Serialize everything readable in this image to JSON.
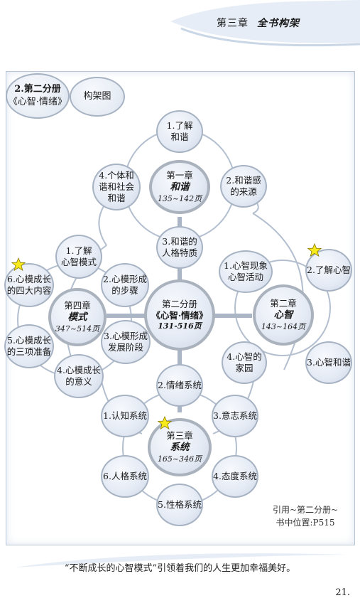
{
  "header": {
    "chapter": "第三章",
    "title": "全书构架"
  },
  "top_tags": {
    "book_line1": "2.第二分册",
    "book_line2": "《心智·情绪》",
    "figure_title": "构架图"
  },
  "center": {
    "line1": "第二分册",
    "line2": "《心智·情绪》",
    "line3": "131-516页"
  },
  "chapter1": {
    "prefix": "第一章",
    "name": "和谐",
    "pages": "135~142页",
    "items": [
      "1.了解\n和谐",
      "2.和谐感\n的来源",
      "3.和谐的\n人格特质",
      "4.个体和\n谐和社会\n和谐"
    ]
  },
  "chapter2": {
    "prefix": "第二章",
    "name": "心智",
    "pages": "143~164页",
    "items": [
      "1.心智现象\n心智活动",
      "2.了解心智",
      "3.心智和谐",
      "4.心智的\n家园"
    ]
  },
  "chapter3": {
    "prefix": "第三章",
    "name": "系统",
    "pages": "165~346页",
    "items": [
      "1.认知系统",
      "2.情绪系统",
      "3.意志系统",
      "4.态度系统",
      "5.性格系统",
      "6.人格系统"
    ]
  },
  "chapter4": {
    "prefix": "第四章",
    "name": "模式",
    "pages": "347~514页",
    "items": [
      "1.了解\n心智模式",
      "2.心模形成\n的步骤",
      "3.心模形成\n发展阶段",
      "4.心模成长\n的意义",
      "5.心模成长\n的三项准备",
      "6.心模成长\n的四大内容"
    ]
  },
  "citation": {
    "line1": "引用~第二分册~",
    "line2": "书中位置:P515"
  },
  "footer": {
    "quote": "“不断成长的心智模式”引领着我们的人生更加幸福美好。"
  },
  "page_number": "21.",
  "colors": {
    "circle_border": "#a7b3c3",
    "circle_fill": "#e4eaf4",
    "star": "#f7ea1c"
  }
}
